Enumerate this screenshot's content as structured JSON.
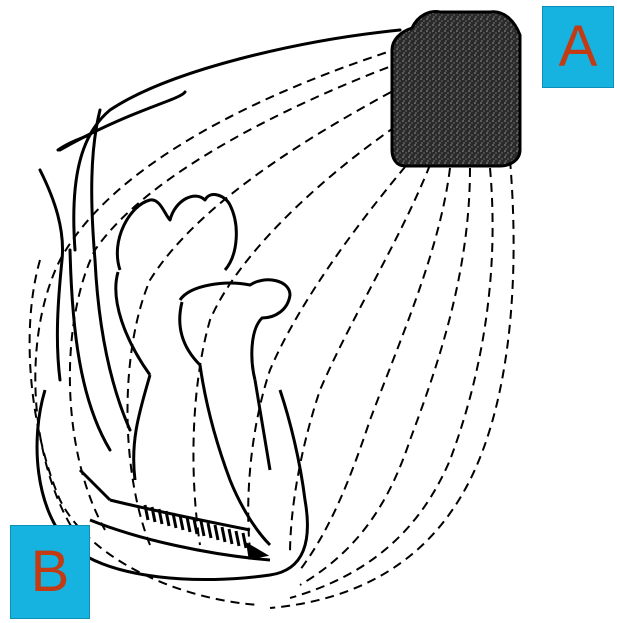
{
  "labels": {
    "a": "A",
    "b": "B"
  },
  "colors": {
    "label_background": "#16b2e0",
    "label_text": "#c23b12",
    "line": "#000000"
  },
  "components": {
    "device": "pulse-generator-can",
    "lead": "defibrillation-lead",
    "organ": "heart-outline",
    "field": "dashed-electric-field-lines"
  }
}
